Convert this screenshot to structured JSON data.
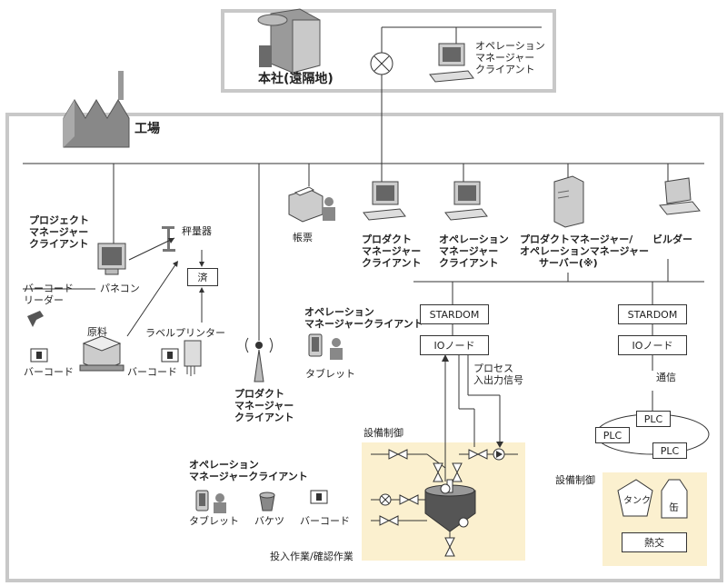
{
  "hq": {
    "label": "本社(遠隔地)",
    "op_client": [
      "オペレーション",
      "マネージャー",
      "クライアント"
    ]
  },
  "factory": {
    "label": "工場"
  },
  "left": {
    "project_client": [
      "プロジェクト",
      "マネージャー",
      "クライアント"
    ],
    "pc_label": "パネコン",
    "barcode_reader": [
      "バーコード",
      "リーダー"
    ],
    "scale": "秤量器",
    "done": "済",
    "material": "原料",
    "barcode": "バーコード",
    "label_printer": "ラベルプリンター"
  },
  "wireless_client": [
    "プロダクト",
    "マネージャー",
    "クライアント"
  ],
  "form_label": "帳票",
  "tablet_group": {
    "title": [
      "オペレーション",
      "マネージャークライアント"
    ],
    "tablet": "タブレット"
  },
  "center": {
    "prod_client": [
      "プロダクト",
      "マネージャー",
      "クライアント"
    ],
    "op_client": [
      "オペレーション",
      "マネージャー",
      "クライアント"
    ],
    "server": [
      "プロダクトマネージャー/",
      "オペレーションマネージャー",
      "サーバー(※)"
    ],
    "builder": "ビルダー"
  },
  "stardom1": "STARDOM",
  "io1": "IOノード",
  "process_io": [
    "プロセス",
    "入出力信号"
  ],
  "stardom2": "STARDOM",
  "io2": "IOノード",
  "comm": "通信",
  "plc": [
    "PLC",
    "PLC",
    "PLC"
  ],
  "equip1": "設備制御",
  "equip2": "設備制御",
  "tank": "タンク",
  "can": "缶",
  "heat": "熱交",
  "bottom_group": {
    "title": [
      "オペレーション",
      "マネージャークライアント"
    ],
    "tablet": "タブレット",
    "bucket": "バケツ",
    "barcode": "バーコード"
  },
  "work_label": "投入作業/確認作業"
}
